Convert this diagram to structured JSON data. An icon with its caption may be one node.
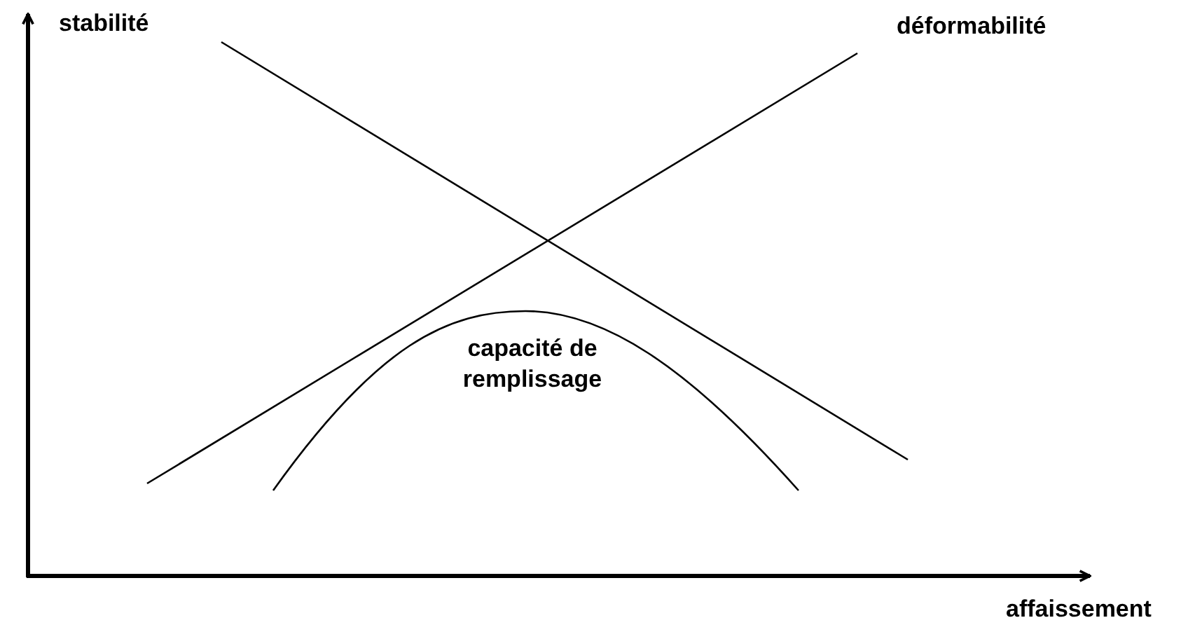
{
  "diagram": {
    "labels": [
      "stabilité",
      "déformabilité",
      "capacité de remplissage",
      "affaissement"
    ]
  }
}
